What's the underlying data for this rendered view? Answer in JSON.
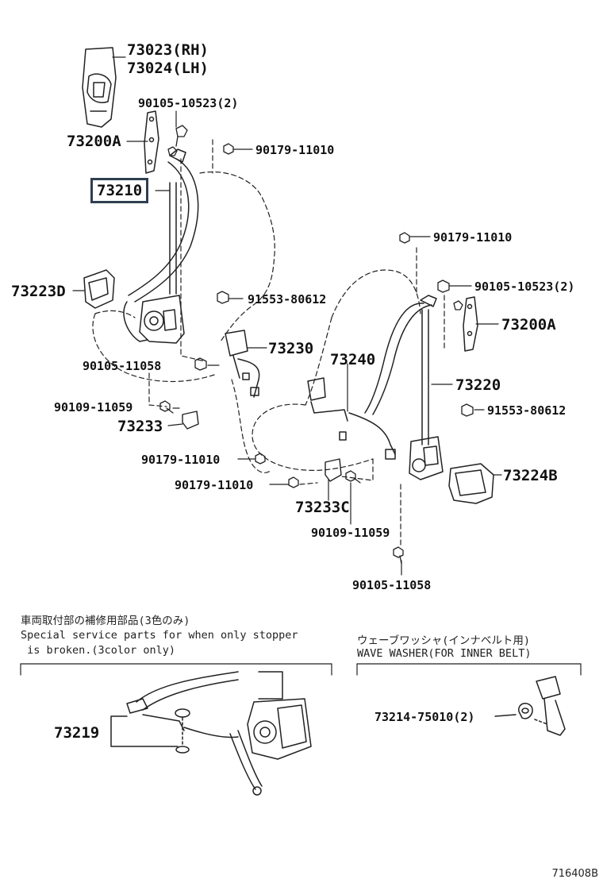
{
  "labels": {
    "p73023": "73023(RH)",
    "p73024": "73024(LH)",
    "p90105_10523_top": "90105-10523(2)",
    "p73200A_left": "73200A",
    "p90179_11010_top": "90179-11010",
    "p73210": "73210",
    "p73223D": "73223D",
    "p91553_80612_left": "91553-80612",
    "p90179_11010_mid": "90179-11010",
    "p90105_10523_right": "90105-10523(2)",
    "p73200A_right": "73200A",
    "p73230": "73230",
    "p90105_11058_left": "90105-11058",
    "p73240": "73240",
    "p73220": "73220",
    "p90109_11059_left": "90109-11059",
    "p91553_80612_right": "91553-80612",
    "p73233": "73233",
    "p90179_11010_low1": "90179-11010",
    "p73224B": "73224B",
    "p90179_11010_low2": "90179-11010",
    "p73233C": "73233C",
    "p90109_11059_right": "90109-11059",
    "p90105_11058_right": "90105-11058",
    "p73219": "73219",
    "p73214": "73214-75010(2)"
  },
  "notes": {
    "special_jp": "車両取付部の補修用部品(3色のみ)",
    "special_en1": "Special service parts for when only stopper",
    "special_en2": " is broken.(3color only)",
    "washer_jp": "ウェーブワッシャ(インナベルト用)",
    "washer_en": "WAVE WASHER(FOR INNER BELT)"
  },
  "diagram_ref": "716408B"
}
